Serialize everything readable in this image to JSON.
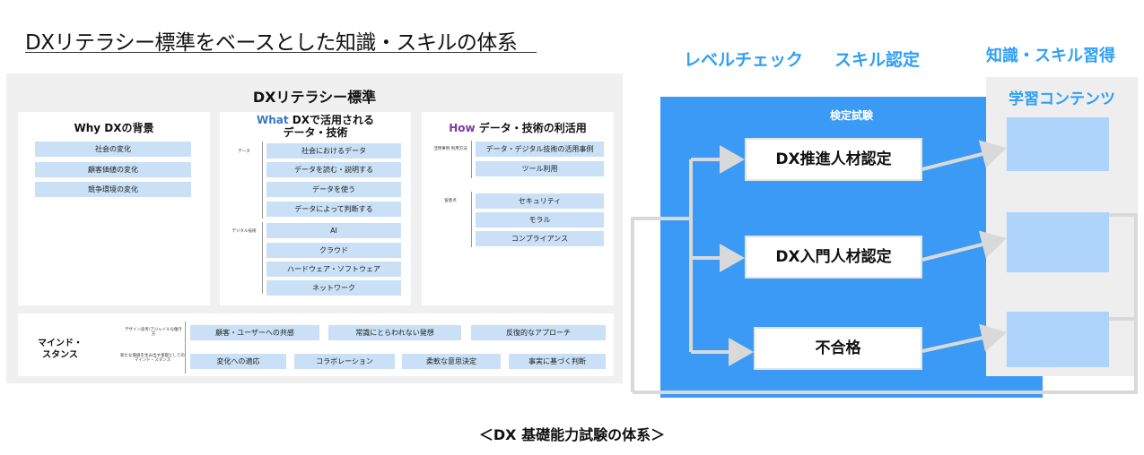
{
  "main_title": "DXリテラシー標準をベースとした知識・スキルの体系",
  "standard": {
    "title": "DXリテラシー標準",
    "why": {
      "prefix": "Why",
      "title_rest": " DXの背景",
      "items": [
        "社会の変化",
        "顧客価値の変化",
        "競争環境の変化"
      ]
    },
    "what": {
      "prefix": "What",
      "title_rest": " DXで活用される",
      "title_line2": "データ・技術",
      "label_data": "データ",
      "label_digital": "デジタル技術",
      "data_items": [
        "社会におけるデータ",
        "データを読む・説明する",
        "データを使う",
        "データによって判断する"
      ],
      "tech_items": [
        "AI",
        "クラウド",
        "ハードウェア・ソフトウェア",
        "ネットワーク"
      ]
    },
    "how": {
      "prefix": "How",
      "title_rest": " データ・技術の利活用",
      "label_cases": "活用事例 利用方法",
      "label_caution": "留意点",
      "case_items": [
        "データ・デジタル技術の活用事例",
        "ツール利用"
      ],
      "caution_items": [
        "セキュリティ",
        "モラル",
        "コンプライアンス"
      ]
    },
    "mind": {
      "title_line1": "マインド・",
      "title_line2": "スタンス",
      "label_design": "デザイン思考/アジャイルな働き方",
      "label_new": "新たな価値を生み出す基礎としてのマインド・スタンス",
      "row1": [
        "顧客・ユーザーへの共感",
        "常識にとらわれない発想",
        "反復的なアプローチ"
      ],
      "row2": [
        "変化への適応",
        "コラボレーション",
        "柔軟な意思決定",
        "事実に基づく判断"
      ]
    }
  },
  "headers": {
    "level_check": "レベルチェック",
    "skill_cert": "スキル認定",
    "knowledge": "知識・スキル習得"
  },
  "exam": {
    "title": "検定試験",
    "cert_promo": "DX推進人材認定",
    "cert_intro": "DX入門人材認定",
    "fail": "不合格"
  },
  "contents": {
    "title": "学習コンテンツ"
  },
  "caption": "＜DX 基礎能力試験の体系＞",
  "colors": {
    "exam_blue": "#3a9af5",
    "heading_blue": "#2f9ff7",
    "pill_blue": "#c9e0f7",
    "content_box": "#aed4fb",
    "arrow_gray": "#d9d9d9"
  }
}
